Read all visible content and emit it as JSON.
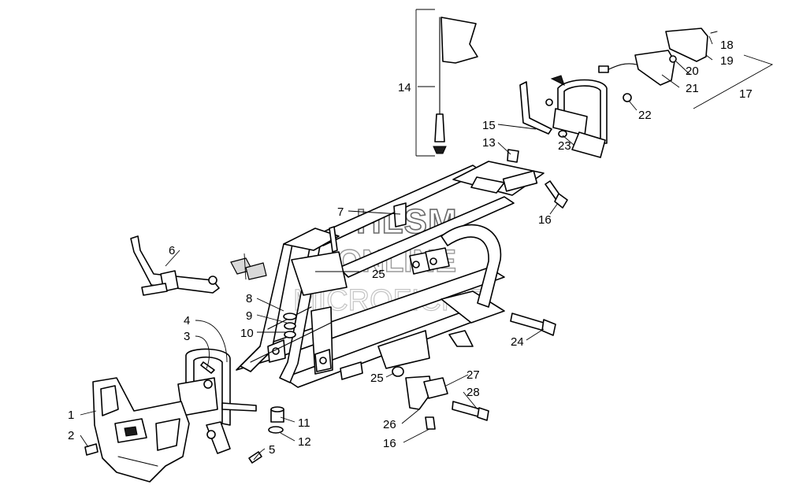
{
  "callouts": {
    "c1": "1",
    "c2": "2",
    "c3": "3",
    "c4": "4",
    "c5": "5",
    "c6": "6",
    "c7": "7",
    "c8": "8",
    "c9": "9",
    "c10": "10",
    "c11": "11",
    "c12": "12",
    "c13": "13",
    "c14": "14",
    "c15": "15",
    "c16a": "16",
    "c16b": "16",
    "c17": "17",
    "c18": "18",
    "c19": "19",
    "c20": "20",
    "c21": "21",
    "c22": "22",
    "c23": "23",
    "c24": "24",
    "c25a": "25",
    "c25b": "25",
    "c26": "26",
    "c27": "27",
    "c28": "28"
  },
  "watermark": {
    "line1": "HLSM",
    "line2": "ONLINE",
    "line3": "MICROFICHE"
  }
}
